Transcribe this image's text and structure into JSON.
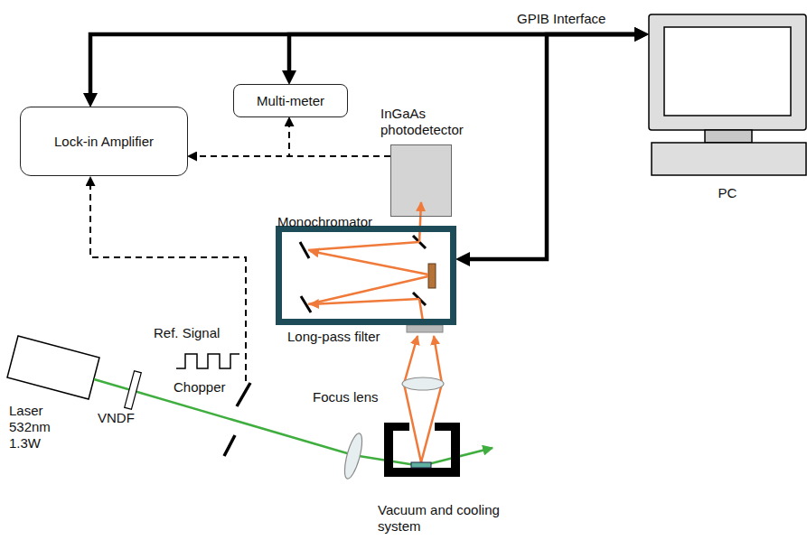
{
  "diagram": {
    "nodes": [
      {
        "text": [
          "Lock-in Amplifier"
        ]
      },
      {
        "text": [
          "Multi-meter"
        ]
      },
      {
        "text": [
          "InGaAs photodetector"
        ]
      },
      {
        "text": [
          "PC"
        ]
      },
      {
        "text": [
          "Monochromator"
        ]
      },
      {
        "text": [
          "Laser 532nm 1.3W"
        ]
      },
      {
        "text": [
          "Vacuum and cooling system"
        ]
      }
    ],
    "edges": [
      {
        "from": 3,
        "to": 0,
        "arrow": "both",
        "label": "GPIB Interface"
      },
      {
        "from": 3,
        "to": 1,
        "arrow": "both"
      },
      {
        "from": 3,
        "to": 4,
        "arrow": "both"
      },
      {
        "from": 2,
        "to": 1,
        "arrow": "to"
      },
      {
        "from": 2,
        "to": 0,
        "arrow": "to"
      }
    ],
    "labels": [
      "Ref. Signal",
      "Chopper",
      "VNDF",
      "Focus lens",
      "Long-pass filter"
    ]
  }
}
